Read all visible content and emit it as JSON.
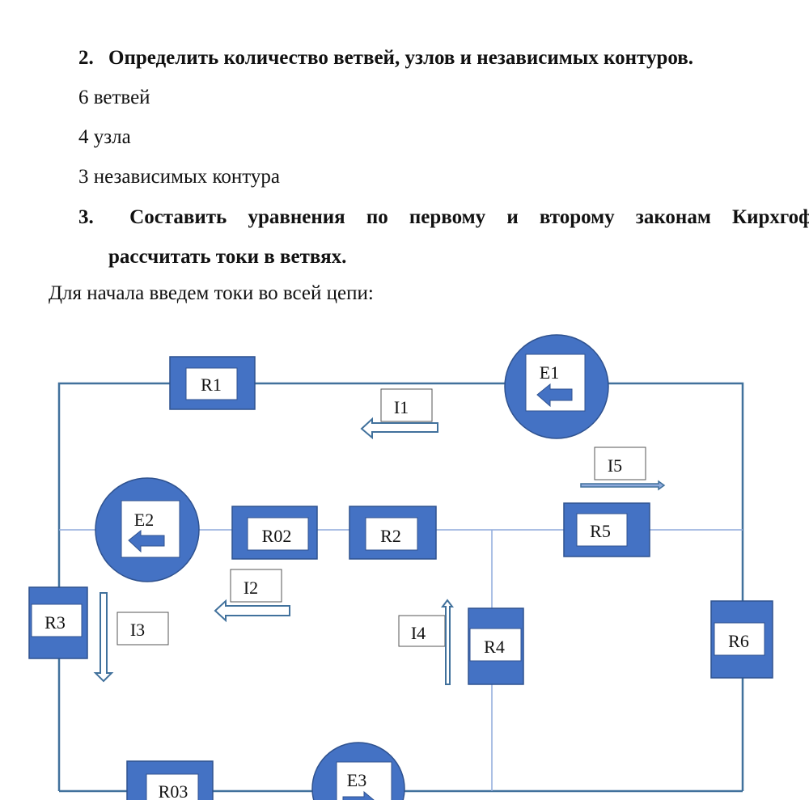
{
  "section2": {
    "number": "2.",
    "heading": "Определить количество ветвей, узлов и независимых контуров.",
    "answers": [
      "6 ветвей",
      "4 узла",
      "3 независимых контура"
    ]
  },
  "section3": {
    "number": "3.",
    "heading_line1_words": [
      "Составить",
      "уравнения",
      "по",
      "первому",
      "и",
      "второму",
      "законам",
      "Кирхгофа"
    ],
    "heading_line2": "рассчитать токи в ветвях."
  },
  "intro": "Для начала введем токи во всей цепи:",
  "circuit": {
    "colors": {
      "fill": "#4472c4",
      "border": "#2f528f",
      "wire": "#41719c",
      "wire_thin": "#8faadc"
    },
    "resistors": {
      "R1": "R1",
      "R02": "R02",
      "R2": "R2",
      "R5": "R5",
      "R3": "R3",
      "R4": "R4",
      "R6": "R6",
      "R03": "R03"
    },
    "sources": {
      "E1": "E1",
      "E2": "E2",
      "E3": "E3"
    },
    "currents": {
      "I1": "I1",
      "I2": "I2",
      "I3": "I3",
      "I4": "I4",
      "I5": "I5"
    }
  }
}
